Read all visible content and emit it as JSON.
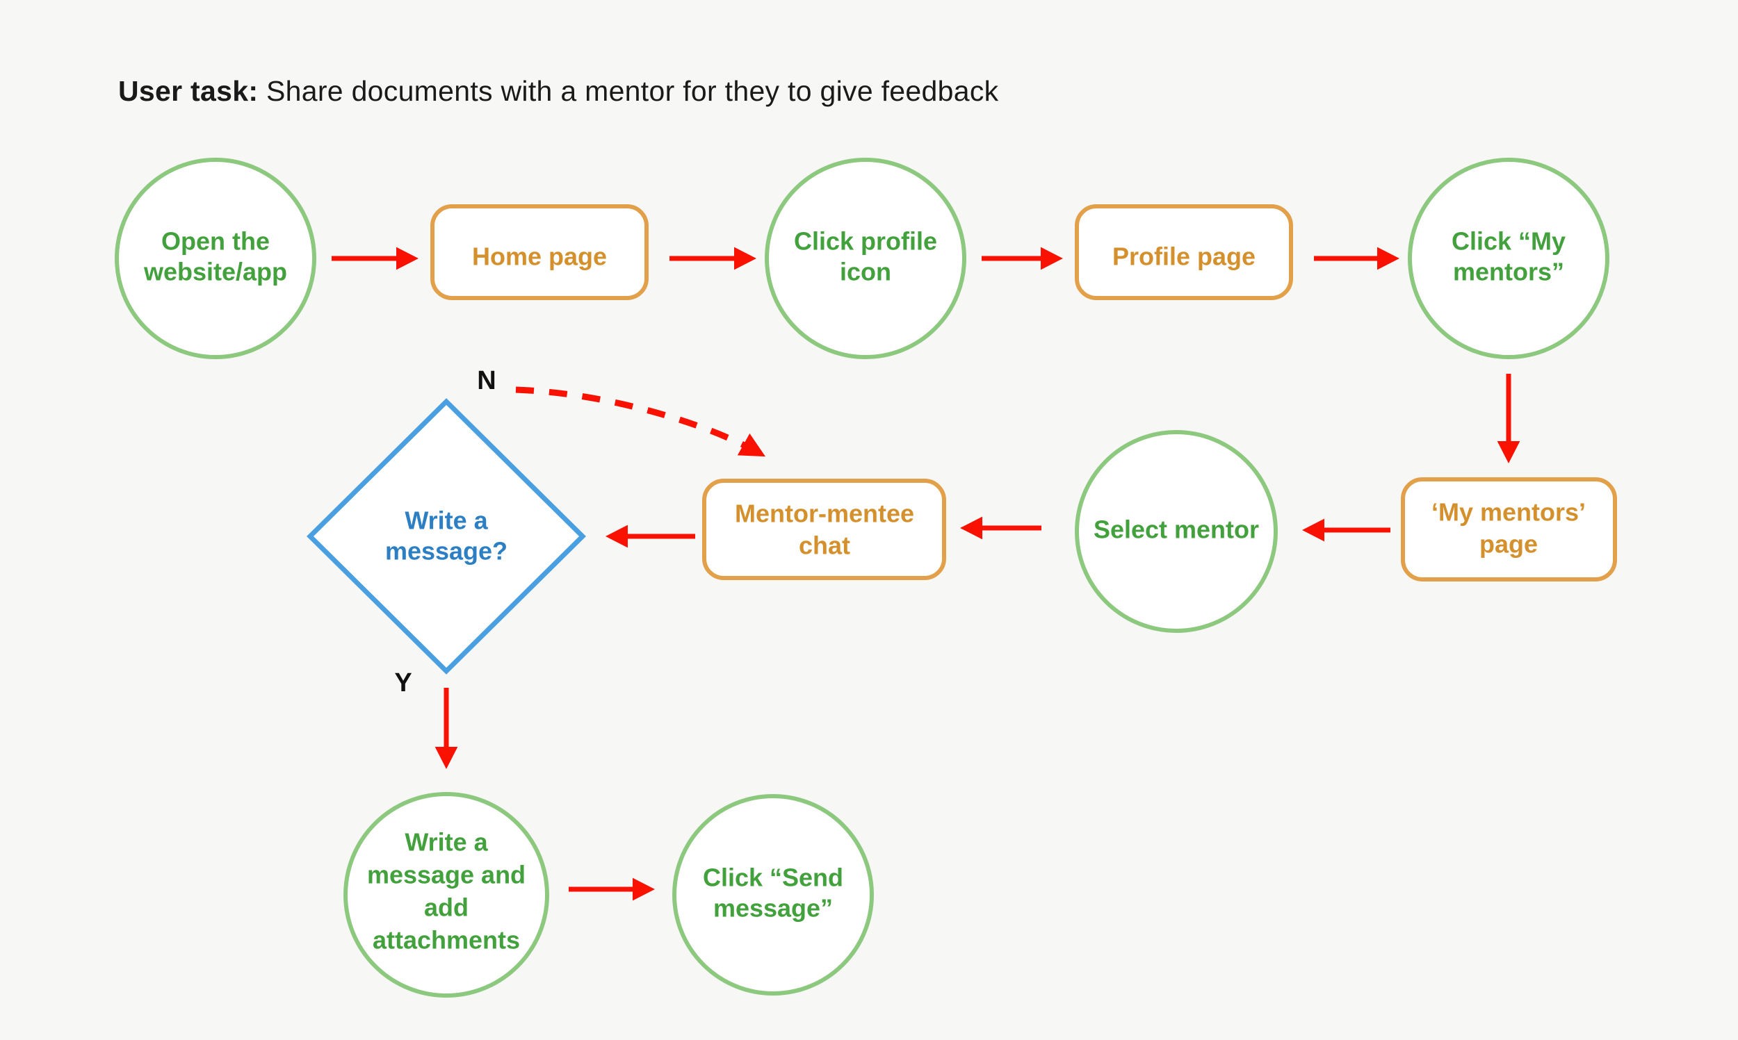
{
  "title": {
    "prefix": "User task:",
    "text": " Share documents with a mentor for they to give feedback"
  },
  "colors": {
    "background": "#f7f7f5",
    "action_green": "#42a13c",
    "action_green_border": "#8cc97f",
    "screen_orange": "#d4902c",
    "screen_orange_border": "#e2a04a",
    "decision_blue": "#2d7fc4",
    "decision_blue_border": "#4a9fe0",
    "arrow_red": "#f91202",
    "title_black": "#1a1a1a"
  },
  "nodes": [
    {
      "id": "open-website",
      "shape": "circle",
      "kind": "action",
      "lines": [
        "Open the",
        "website/app"
      ]
    },
    {
      "id": "home-page",
      "shape": "rounded-rect",
      "kind": "screen",
      "lines": [
        "Home page"
      ]
    },
    {
      "id": "click-profile-icon",
      "shape": "circle",
      "kind": "action",
      "lines": [
        "Click profile",
        "icon"
      ]
    },
    {
      "id": "profile-page",
      "shape": "rounded-rect",
      "kind": "screen",
      "lines": [
        "Profile page"
      ]
    },
    {
      "id": "click-my-mentors",
      "shape": "circle",
      "kind": "action",
      "lines": [
        "Click “My",
        "mentors”"
      ]
    },
    {
      "id": "my-mentors-page",
      "shape": "rounded-rect",
      "kind": "screen",
      "lines": [
        "‘My mentors’",
        "page"
      ]
    },
    {
      "id": "select-mentor",
      "shape": "circle",
      "kind": "action",
      "lines": [
        "Select mentor"
      ]
    },
    {
      "id": "mentor-mentee-chat",
      "shape": "rounded-rect",
      "kind": "screen",
      "lines": [
        "Mentor-mentee",
        "chat"
      ]
    },
    {
      "id": "write-a-message-decision",
      "shape": "diamond",
      "kind": "decision",
      "lines": [
        "Write a",
        "message?"
      ]
    },
    {
      "id": "write-message-add-attachments",
      "shape": "circle",
      "kind": "action",
      "lines": [
        "Write a",
        "message and",
        "add",
        "attachments"
      ]
    },
    {
      "id": "click-send-message",
      "shape": "circle",
      "kind": "action",
      "lines": [
        "Click “Send",
        "message”"
      ]
    }
  ],
  "branch_labels": {
    "no": "N",
    "yes": "Y"
  },
  "edges": [
    {
      "from": "open-website",
      "to": "home-page",
      "style": "solid"
    },
    {
      "from": "home-page",
      "to": "click-profile-icon",
      "style": "solid"
    },
    {
      "from": "click-profile-icon",
      "to": "profile-page",
      "style": "solid"
    },
    {
      "from": "profile-page",
      "to": "click-my-mentors",
      "style": "solid"
    },
    {
      "from": "click-my-mentors",
      "to": "my-mentors-page",
      "style": "solid"
    },
    {
      "from": "my-mentors-page",
      "to": "select-mentor",
      "style": "solid"
    },
    {
      "from": "select-mentor",
      "to": "mentor-mentee-chat",
      "style": "solid"
    },
    {
      "from": "mentor-mentee-chat",
      "to": "write-a-message-decision",
      "style": "solid"
    },
    {
      "from": "write-a-message-decision",
      "to": "mentor-mentee-chat",
      "style": "dashed",
      "label": "N"
    },
    {
      "from": "write-a-message-decision",
      "to": "write-message-add-attachments",
      "style": "solid",
      "label": "Y"
    },
    {
      "from": "write-message-add-attachments",
      "to": "click-send-message",
      "style": "solid"
    }
  ]
}
